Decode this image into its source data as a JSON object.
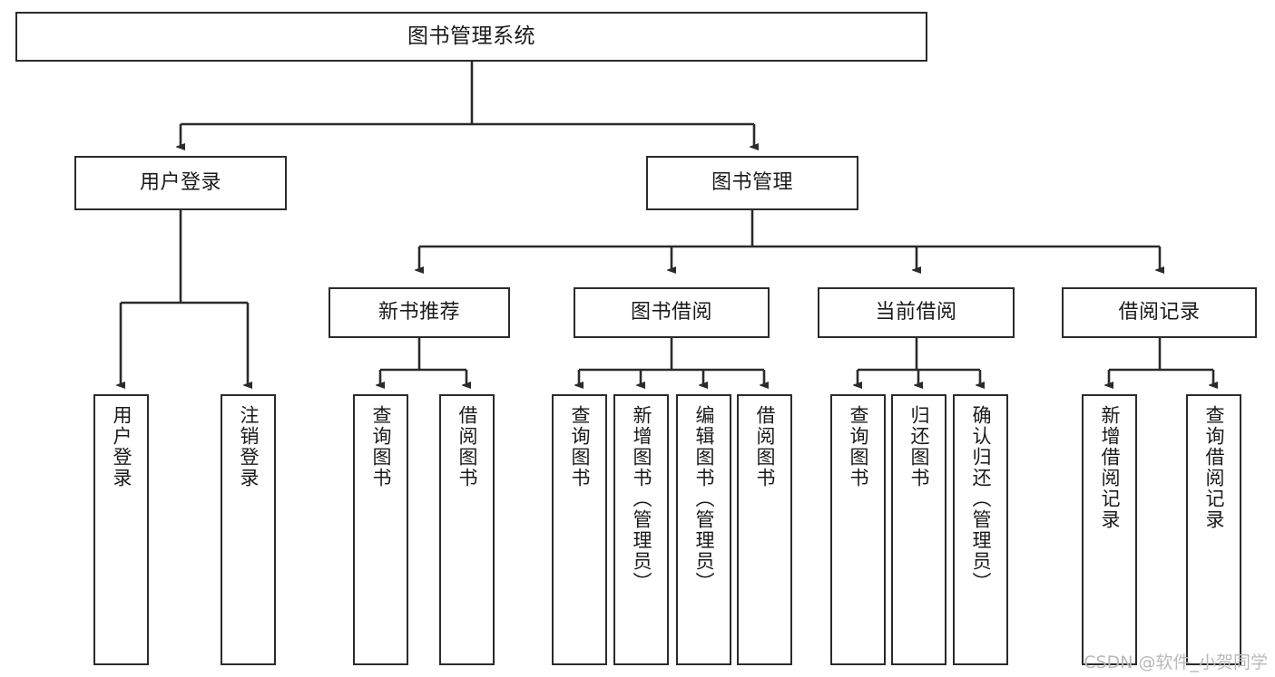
{
  "diagram": {
    "type": "tree",
    "title": "图书管理系统",
    "watermark": "CSDN @软件_小贺同学",
    "colors": {
      "stroke": "#2b2b2b",
      "fill": "#ffffff",
      "text": "#1a1a1a",
      "watermark": "#b9b9b9"
    },
    "nodes": {
      "root": {
        "label": "图书管理系统"
      },
      "level2": [
        {
          "id": "user-login",
          "label": "用户登录"
        },
        {
          "id": "book-manage",
          "label": "图书管理"
        }
      ],
      "level3": [
        {
          "id": "new-book-rec",
          "label": "新书推荐"
        },
        {
          "id": "book-borrow",
          "label": "图书借阅"
        },
        {
          "id": "current-borrow",
          "label": "当前借阅"
        },
        {
          "id": "borrow-record",
          "label": "借阅记录"
        }
      ],
      "leaves": [
        {
          "id": "leaf-user-login",
          "label": "用户登录",
          "parent": "user-login"
        },
        {
          "id": "leaf-logout",
          "label": "注销登录",
          "parent": "user-login"
        },
        {
          "id": "leaf-query-book-1",
          "label": "查询图书",
          "parent": "new-book-rec"
        },
        {
          "id": "leaf-borrow-book-1",
          "label": "借阅图书",
          "parent": "new-book-rec"
        },
        {
          "id": "leaf-query-book-2",
          "label": "查询图书",
          "parent": "book-borrow"
        },
        {
          "id": "leaf-add-book",
          "label": "新增图书（管理员）",
          "parent": "book-borrow"
        },
        {
          "id": "leaf-edit-book",
          "label": "编辑图书（管理员）",
          "parent": "book-borrow"
        },
        {
          "id": "leaf-borrow-book-2",
          "label": "借阅图书",
          "parent": "book-borrow"
        },
        {
          "id": "leaf-query-book-3",
          "label": "查询图书",
          "parent": "current-borrow"
        },
        {
          "id": "leaf-return-book",
          "label": "归还图书",
          "parent": "current-borrow"
        },
        {
          "id": "leaf-confirm-return",
          "label": "确认归还（管理员）",
          "parent": "current-borrow"
        },
        {
          "id": "leaf-add-record",
          "label": "新增借阅记录",
          "parent": "borrow-record"
        },
        {
          "id": "leaf-query-record",
          "label": "查询借阅记录",
          "parent": "borrow-record"
        }
      ]
    }
  }
}
